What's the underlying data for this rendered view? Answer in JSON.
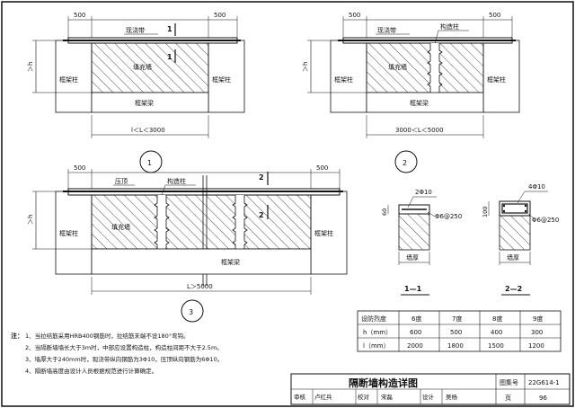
{
  "detail1": {
    "dim_top": "500",
    "ring_beam": "现浇带",
    "cut_mark": "1",
    "infill": "填充墙",
    "column_left": "框架柱",
    "column_right": "框架柱",
    "frame_beam": "框架梁",
    "h_label": "＞h",
    "span_label": "l＜L＜3000",
    "number": "1"
  },
  "detail2": {
    "dim_top": "500",
    "ring_beam": "现浇带",
    "tie_column": "构造柱",
    "infill": "填充墙",
    "column_left": "框架柱",
    "column_right": "框架柱",
    "frame_beam": "框架梁",
    "h_label": "＞h",
    "span_label": "3000＜L＜5000",
    "number": "2"
  },
  "detail3": {
    "dim_top": "500",
    "coping": "压顶",
    "tie_column": "构造柱",
    "cut_mark": "2",
    "infill": "填充墙",
    "column_left": "框架柱",
    "column_right": "框架柱",
    "frame_beam": "框架梁",
    "h_label": "＞h",
    "span_label": "L＞5000",
    "number": "3"
  },
  "section1": {
    "bar": "2Φ10",
    "stirrup": "Φ6@250",
    "height": "60",
    "thickness": "墙厚",
    "label": "1—1"
  },
  "section2": {
    "bar": "4Φ10",
    "stirrup": "Φ6@250",
    "height": "100",
    "thickness": "墙厚",
    "label": "2—2"
  },
  "table": {
    "headers": [
      "设防烈度",
      "6度",
      "7度",
      "8度",
      "9度"
    ],
    "rows": [
      [
        "h（mm）",
        "600",
        "500",
        "400",
        "300"
      ],
      [
        "l（mm）",
        "2000",
        "1800",
        "1500",
        "1200"
      ]
    ]
  },
  "notes": {
    "title": "注：",
    "items": [
      "1、当拉结筋采用HRB400钢筋时，拉结筋末端不设180°弯钩。",
      "2、当隔断墙墙长大于3m时，中部应设置构造柱，构造柱间距不大于2.5m。",
      "3、墙厚大于240mm时，现浇带纵向钢筋为3Φ10，压顶纵向钢筋为6Φ10。",
      "4、隔断墙高度由设计人员根据规范进行计算确定。"
    ]
  },
  "titleblock": {
    "title": "隔断墙构造详图",
    "atlas_label": "图集号",
    "atlas_no": "22G614-1",
    "review": "审核",
    "reviewer": "卢红兵",
    "check": "校对",
    "checker": "宋磊",
    "design": "设计",
    "designer": "吴杨",
    "page_label": "页",
    "page_no": "96"
  }
}
